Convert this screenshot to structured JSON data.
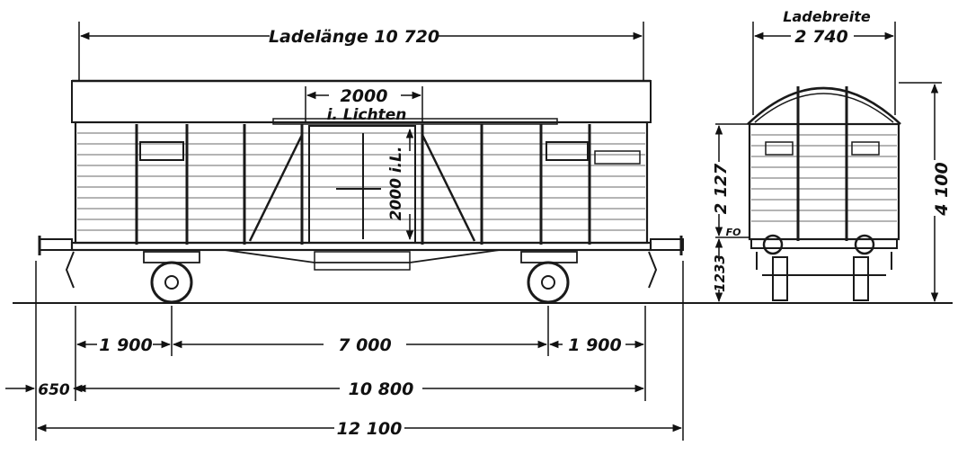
{
  "side_view": {
    "loading_length": "Ladelänge 10 720",
    "door_width": "2000",
    "door_width_note": "i. Lichten",
    "door_height": "2000 i.L.",
    "overhang_left": "1 900",
    "wheelbase": "7 000",
    "overhang_right": "1 900",
    "buffer_length": "650",
    "length_over_body": "10 800",
    "length_over_buffers": "12 100"
  },
  "end_view": {
    "loading_width_label": "Ladebreite",
    "loading_width": "2 740",
    "side_height": "2 127",
    "floor_label": "FO",
    "floor_height": "1233",
    "total_height": "4 100"
  }
}
